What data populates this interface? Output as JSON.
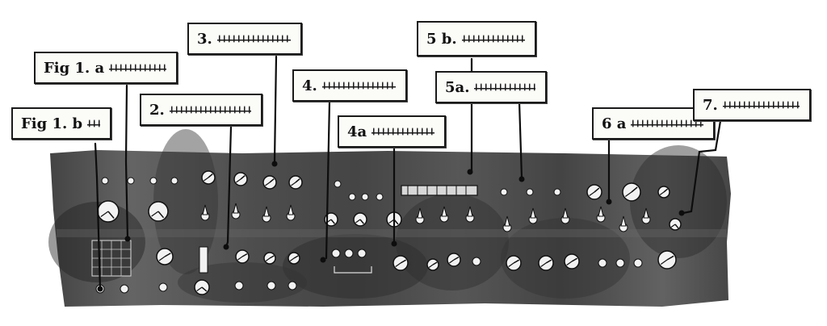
{
  "title": "",
  "colors": {
    "ink": "#111111",
    "panel": "#4a4a4a",
    "panel_dark": "#2f2f2f",
    "label_bg": "#fbfbf8",
    "knob": "#f2f2f2"
  },
  "labels": [
    {
      "id": "fig1b",
      "text": "Fig 1. b"
    },
    {
      "id": "fig1a",
      "text": "Fig 1. a"
    },
    {
      "id": "l2",
      "text": "2."
    },
    {
      "id": "l3",
      "text": "3."
    },
    {
      "id": "l4",
      "text": "4."
    },
    {
      "id": "l4a",
      "text": "4a"
    },
    {
      "id": "l5b",
      "text": "5 b."
    },
    {
      "id": "l5a",
      "text": "5a."
    },
    {
      "id": "l6a",
      "text": "6 a"
    },
    {
      "id": "l7",
      "text": "7."
    }
  ]
}
